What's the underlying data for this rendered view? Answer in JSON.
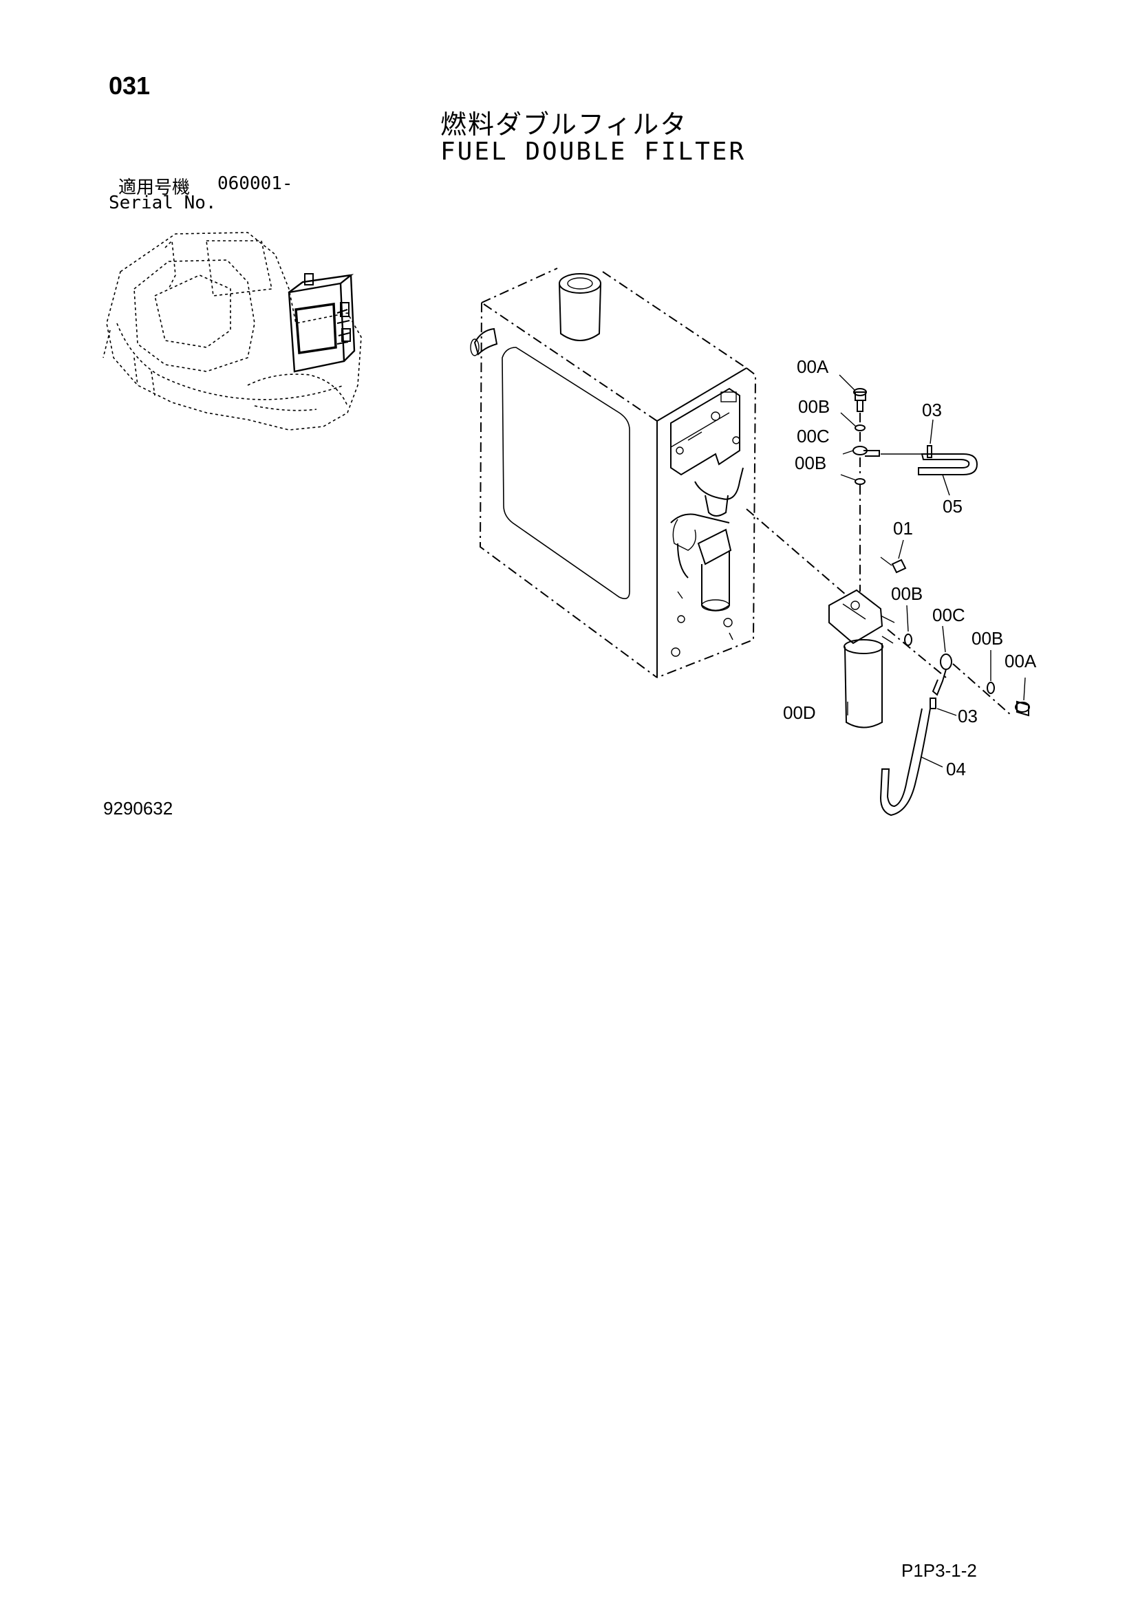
{
  "header": {
    "page_number": "031",
    "title_jp": "燃料ダブルフィルタ",
    "title_en": "FUEL DOUBLE FILTER",
    "serial_label_jp": "適用号機",
    "serial_value": "060001-",
    "serial_label_en": "Serial No."
  },
  "footer": {
    "drawing_number": "9290632",
    "page_code": "P1P3-1-2"
  },
  "callouts": {
    "c00A_top": "00A",
    "c00B_top": "00B",
    "c03_top": "03",
    "c00C_top": "00C",
    "c00B_mid": "00B",
    "c05": "05",
    "c01": "01",
    "c00B_filter": "00B",
    "c00C_low": "00C",
    "c00B_low": "00B",
    "c00A_low": "00A",
    "c00D": "00D",
    "c03_low": "03",
    "c04": "04"
  },
  "icons": [
    "excavator-overview-icon",
    "fuel-tank-icon",
    "fuel-filter-icon"
  ]
}
